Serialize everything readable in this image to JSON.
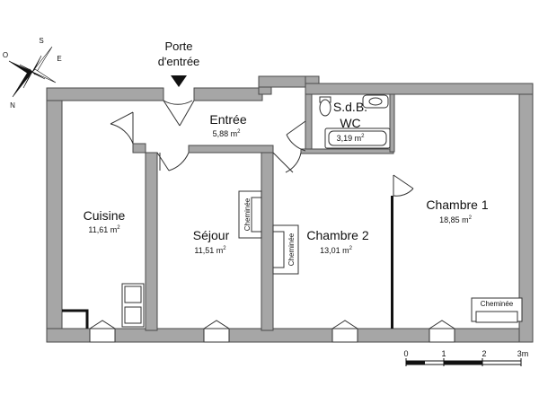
{
  "colors": {
    "wall": "#a6a6a6",
    "wall_stroke": "#4a4a4a",
    "floor": "#ffffff",
    "ink": "#111111",
    "arrow": "#111111"
  },
  "compass": {
    "north": "N",
    "east": "E",
    "south": "S",
    "west": "O"
  },
  "entrance": {
    "line1": "Porte",
    "line2": "d'entrée"
  },
  "rooms": {
    "entree": {
      "name": "Entrée",
      "area": "5,88 m",
      "unit_exp": "2"
    },
    "sdb": {
      "name_line1": "S.d.B.",
      "name_line2": "WC",
      "area": "3,19 m",
      "unit_exp": "2"
    },
    "cuisine": {
      "name": "Cuisine",
      "area": "11,61 m",
      "unit_exp": "2"
    },
    "sejour": {
      "name": "Séjour",
      "area": "11,51 m",
      "unit_exp": "2"
    },
    "chambre2": {
      "name": "Chambre 2",
      "area": "13,01 m",
      "unit_exp": "2"
    },
    "chambre1": {
      "name": "Chambre 1",
      "area": "18,85 m",
      "unit_exp": "2"
    }
  },
  "fireplaces": {
    "sejour": "Cheminée",
    "chambre2": "Cheminée",
    "chambre1": "Cheminée"
  },
  "scale": {
    "ticks": [
      "0",
      "1",
      "2",
      "3m"
    ]
  }
}
